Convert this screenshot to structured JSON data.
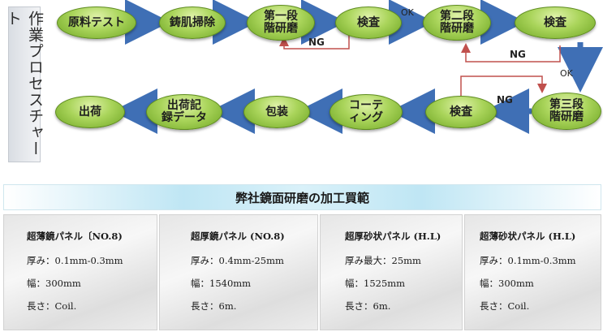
{
  "side_title": "作業プロセスチャート",
  "flow": {
    "nodes": {
      "raw_test": "原料テスト",
      "cast_clean": "鋳肌掃除",
      "polish1": "第一段\n階研磨",
      "inspect1": "検査",
      "polish2": "第二段\n階研磨",
      "inspect2": "検査",
      "polish3": "第三段\n階研磨",
      "inspect3": "検査",
      "coating": "コーテ\nィング",
      "packaging": "包装",
      "shipping_record": "出荷記\n録データ",
      "shipping": "出荷"
    },
    "labels": {
      "ok1": "OK",
      "ng1": "NG",
      "ng2": "NG",
      "ok2": "OK",
      "ng3": "NG"
    }
  },
  "banner": "弊社鏡面研磨の加工買範",
  "cards": [
    {
      "title": "超薄鏡パネル〔NO.8)",
      "thickness": "厚み：0.1mm-0.3mm",
      "width": "幅：300mm",
      "length": "長さ：Coil."
    },
    {
      "title": "超厚鏡パネル (NO.8)",
      "thickness": "厚み：0.4mm-25mm",
      "width": "幅：1540mm",
      "length": "長さ：6m."
    },
    {
      "title": "超厚砂状パネル (H.L)",
      "thickness": "厚み最大：25mm",
      "width": "幅：1525mm",
      "length": "長さ：6m."
    },
    {
      "title": "超薄砂状パネル (H.L)",
      "thickness": "厚み：0.1mm-0.3mm",
      "width": "幅：300mm",
      "length": "長さ：Coil."
    }
  ],
  "colors": {
    "node_green": "#a9d45a",
    "arrow_blue": "#3f6fb5",
    "ng_line_red": "#c0504d",
    "banner_blue": "#bfe6f4"
  }
}
